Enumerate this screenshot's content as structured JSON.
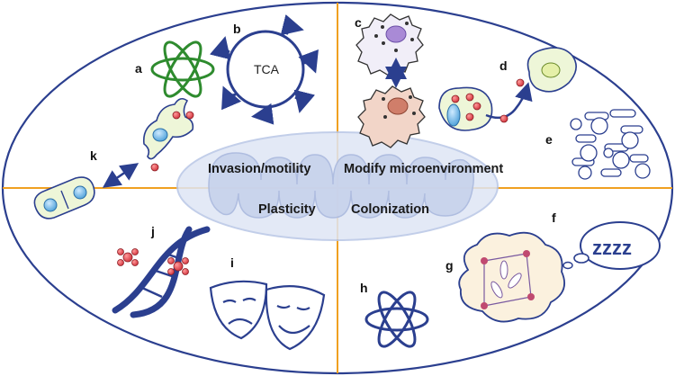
{
  "panels": {
    "a": "a",
    "b": "b",
    "c": "c",
    "d": "d",
    "e": "e",
    "f": "f",
    "g": "g",
    "h": "h",
    "i": "i",
    "j": "j",
    "k": "k"
  },
  "tca_label": "TCA",
  "sleep_text": "zzzz",
  "quadrants": {
    "top_left": "Invasion/motility",
    "top_right": "Modify microenvironment",
    "bottom_left": "Plasticity",
    "bottom_right": "Colonization"
  },
  "colors": {
    "outline": "#2b3f8f",
    "axis": "#f0a020",
    "mito_fill": "#dfe6f5",
    "atom_green": "#2e8b2e",
    "cell_fill": "#eef6d8",
    "nucleus": "#6fb6e4",
    "red_dot": "#e0404a"
  }
}
